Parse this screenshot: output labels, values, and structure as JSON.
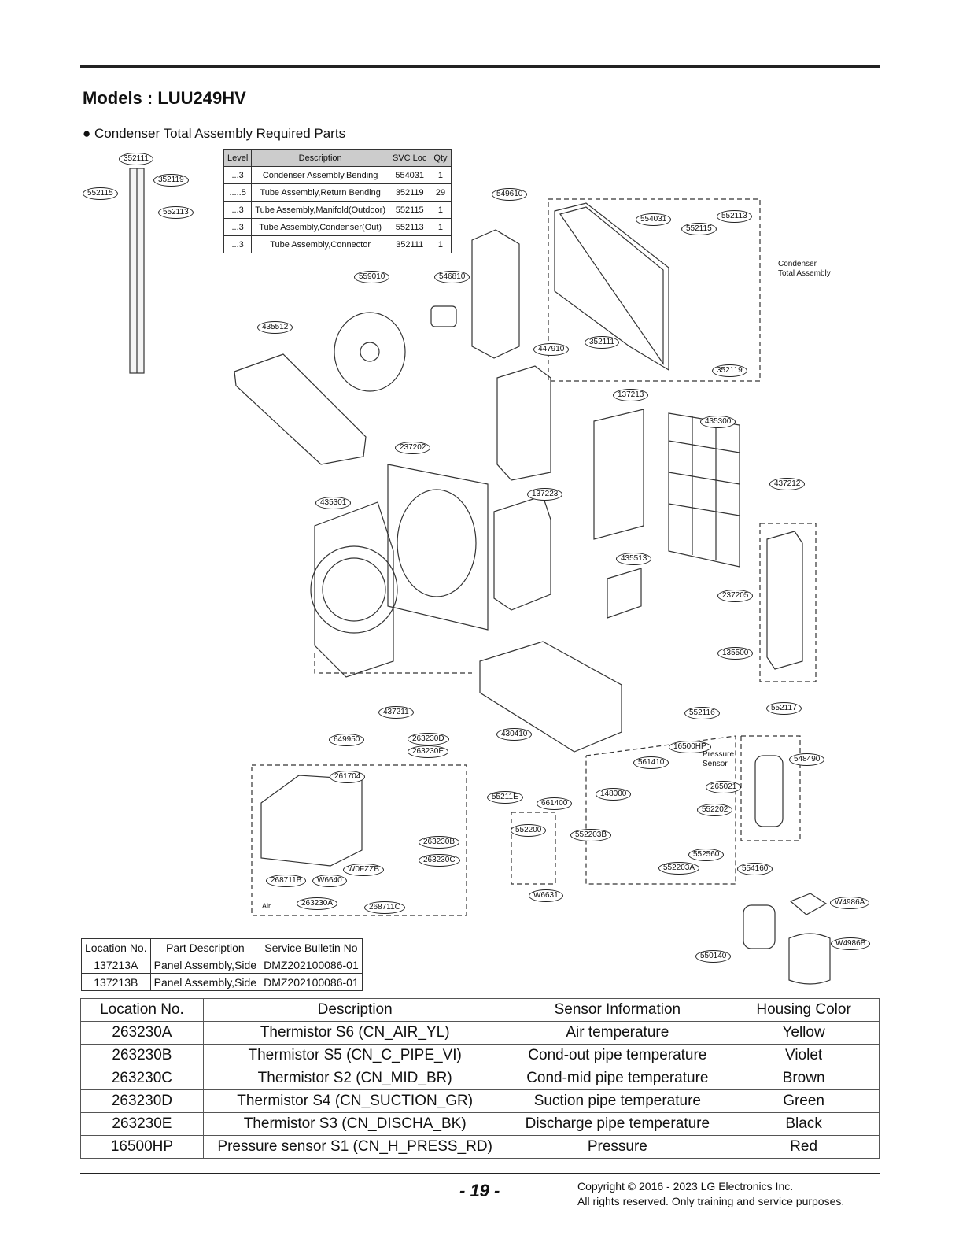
{
  "header": {
    "title": "Models : LUU249HV",
    "subtitle": "● Condenser Total Assembly Required Parts"
  },
  "parts_table": {
    "headers": [
      "Level",
      "Description",
      "SVC Loc",
      "Qty"
    ],
    "rows": [
      [
        "...3",
        "Condenser Assembly,Bending",
        "554031",
        "1"
      ],
      [
        ".....5",
        "Tube Assembly,Return Bending",
        "352119",
        "29"
      ],
      [
        "...3",
        "Tube Assembly,Manifold(Outdoor)",
        "552115",
        "1"
      ],
      [
        "...3",
        "Tube Assembly,Condenser(Out)",
        "552113",
        "1"
      ],
      [
        "...3",
        "Tube Assembly,Connector",
        "352111",
        "1"
      ]
    ]
  },
  "callouts": [
    "352111",
    "352119",
    "552115",
    "552113",
    "549610",
    "554031",
    "552115",
    "552113",
    "559010",
    "546810",
    "435512",
    "447910",
    "352111",
    "352119",
    "137213",
    "435300",
    "237202",
    "137223",
    "437212",
    "435301",
    "435513",
    "237205",
    "135500",
    "437211",
    "552116",
    "552117",
    "649950",
    "263230D",
    "263230E",
    "430410",
    "16500HP",
    "548490",
    "561410",
    "261704",
    "265021",
    "55211E",
    "661400",
    "148000",
    "552202",
    "552200",
    "552203B",
    "263230B",
    "263230C",
    "552560",
    "W0FZZB",
    "552203A",
    "554160",
    "268711B",
    "W6640",
    "W4986A",
    "W6631",
    "263230A",
    "268711C",
    "W4986B",
    "550140"
  ],
  "notes": {
    "condenser_total": "Condenser\nTotal Assembly",
    "pressure_sensor": "Pressure\nSensor",
    "air": "Air"
  },
  "service_bulletin": {
    "headers": [
      "Location No.",
      "Part Description",
      "Service Bulletin No"
    ],
    "rows": [
      [
        "137213A",
        "Panel Assembly,Side",
        "DMZ202100086-01"
      ],
      [
        "137213B",
        "Panel Assembly,Side",
        "DMZ202100086-01"
      ]
    ]
  },
  "sensor_table": {
    "headers": [
      "Location No.",
      "Description",
      "Sensor Information",
      "Housing Color"
    ],
    "rows": [
      [
        "263230A",
        "Thermistor S6 (CN_AIR_YL)",
        "Air temperature",
        "Yellow"
      ],
      [
        "263230B",
        "Thermistor S5 (CN_C_PIPE_VI)",
        "Cond-out pipe temperature",
        "Violet"
      ],
      [
        "263230C",
        "Thermistor S2 (CN_MID_BR)",
        "Cond-mid pipe temperature",
        "Brown"
      ],
      [
        "263230D",
        "Thermistor S4 (CN_SUCTION_GR)",
        "Suction pipe temperature",
        "Green"
      ],
      [
        "263230E",
        "Thermistor S3 (CN_DISCHA_BK)",
        "Discharge pipe temperature",
        "Black"
      ],
      [
        "16500HP",
        "Pressure sensor S1 (CN_H_PRESS_RD)",
        "Pressure",
        "Red"
      ]
    ]
  },
  "footer": {
    "page": "- 19 -",
    "copyright_1": "Copyright © 2016 - 2023 LG Electronics Inc.",
    "copyright_2": "All rights reserved. Only training and service purposes."
  }
}
